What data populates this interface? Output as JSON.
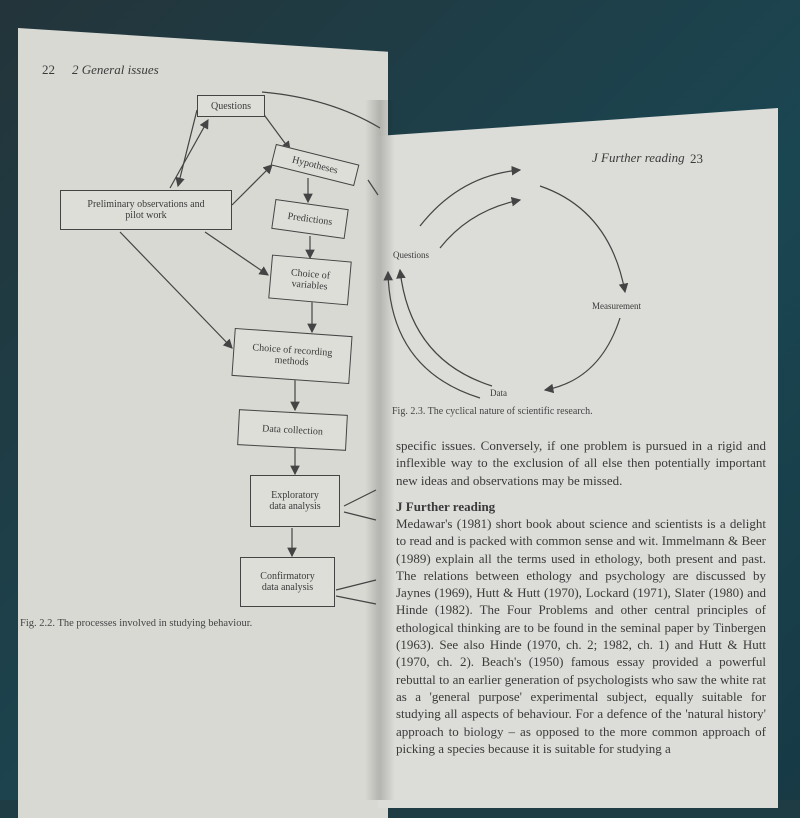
{
  "left_page": {
    "page_number": "22",
    "running_header": "2  General issues",
    "flowchart": {
      "nodes": [
        {
          "id": "questions",
          "label": "Questions"
        },
        {
          "id": "hypotheses",
          "label": "Hypotheses"
        },
        {
          "id": "preliminary",
          "label": "Preliminary observations and pilot work"
        },
        {
          "id": "predictions",
          "label": "Predictions"
        },
        {
          "id": "variables",
          "label": "Choice of variables"
        },
        {
          "id": "recording",
          "label": "Choice of recording methods"
        },
        {
          "id": "collection",
          "label": "Data collection"
        },
        {
          "id": "exploratory",
          "label": "Exploratory data analysis"
        },
        {
          "id": "confirmatory",
          "label": "Confirmatory data analysis"
        }
      ]
    },
    "caption": "Fig. 2.2. The processes involved in studying behaviour."
  },
  "right_page": {
    "running_header": "J  Further reading",
    "page_number": "23",
    "diagram_labels": {
      "questions": "Questions",
      "measurement": "Measurement",
      "data": "Data"
    },
    "caption": "Fig. 2.3. The cyclical nature of scientific research.",
    "paragraph1": "specific issues. Conversely, if one problem is pursued in a rigid and inflexible way to the exclusion of all else then potentially important new ideas and observations may be missed.",
    "section_heading": "J   Further reading",
    "paragraph2": "Medawar's (1981) short book about science and scientists is a delight to read and is packed with common sense and wit. Immelmann & Beer (1989) explain all the terms used in ethology, both present and past. The relations between ethology and psychology are discussed by Jaynes (1969), Hutt & Hutt (1970), Lockard (1971), Slater (1980) and Hinde (1982). The Four Problems and other central principles of ethological thinking are to be found in the seminal paper by Tinbergen (1963). See also Hinde (1970, ch. 2; 1982, ch. 1) and Hutt & Hutt (1970, ch. 2). Beach's (1950) famous essay provided a powerful rebuttal to an earlier generation of psychologists who saw the white rat as a 'general purpose' experimental subject, equally suitable for studying all aspects of behaviour. For a defence of the 'natural history' approach to biology – as opposed to the more common approach of picking a species because it is suitable for studying a"
  }
}
